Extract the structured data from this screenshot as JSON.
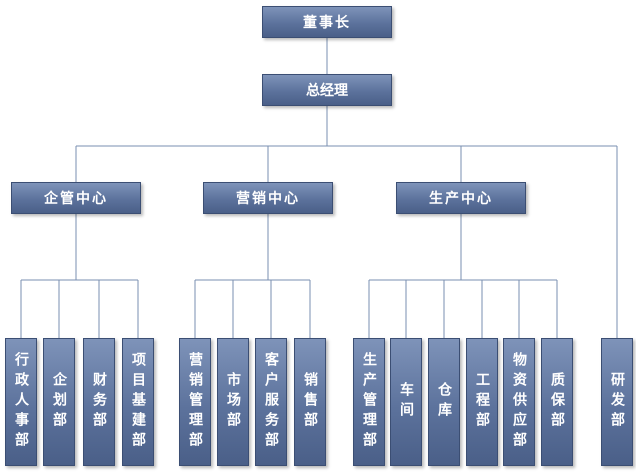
{
  "chairman": "董事长",
  "general_manager": "总经理",
  "centers": [
    {
      "name": "企管中心",
      "departments": [
        "行政人事部",
        "企划部",
        "财务部",
        "项目基建部"
      ]
    },
    {
      "name": "营销中心",
      "departments": [
        "营销管理部",
        "市场部",
        "客户服务部",
        "销售部"
      ]
    },
    {
      "name": "生产中心",
      "departments": [
        "生产管理部",
        "车间",
        "仓库",
        "工程部",
        "物资供应部",
        "质保部"
      ]
    }
  ],
  "independent_department": "研发部",
  "colors": {
    "box_top": "#7e93b9",
    "box_bottom": "#4a5f88",
    "connector": "#7a8fb0",
    "text": "#ffffff"
  }
}
